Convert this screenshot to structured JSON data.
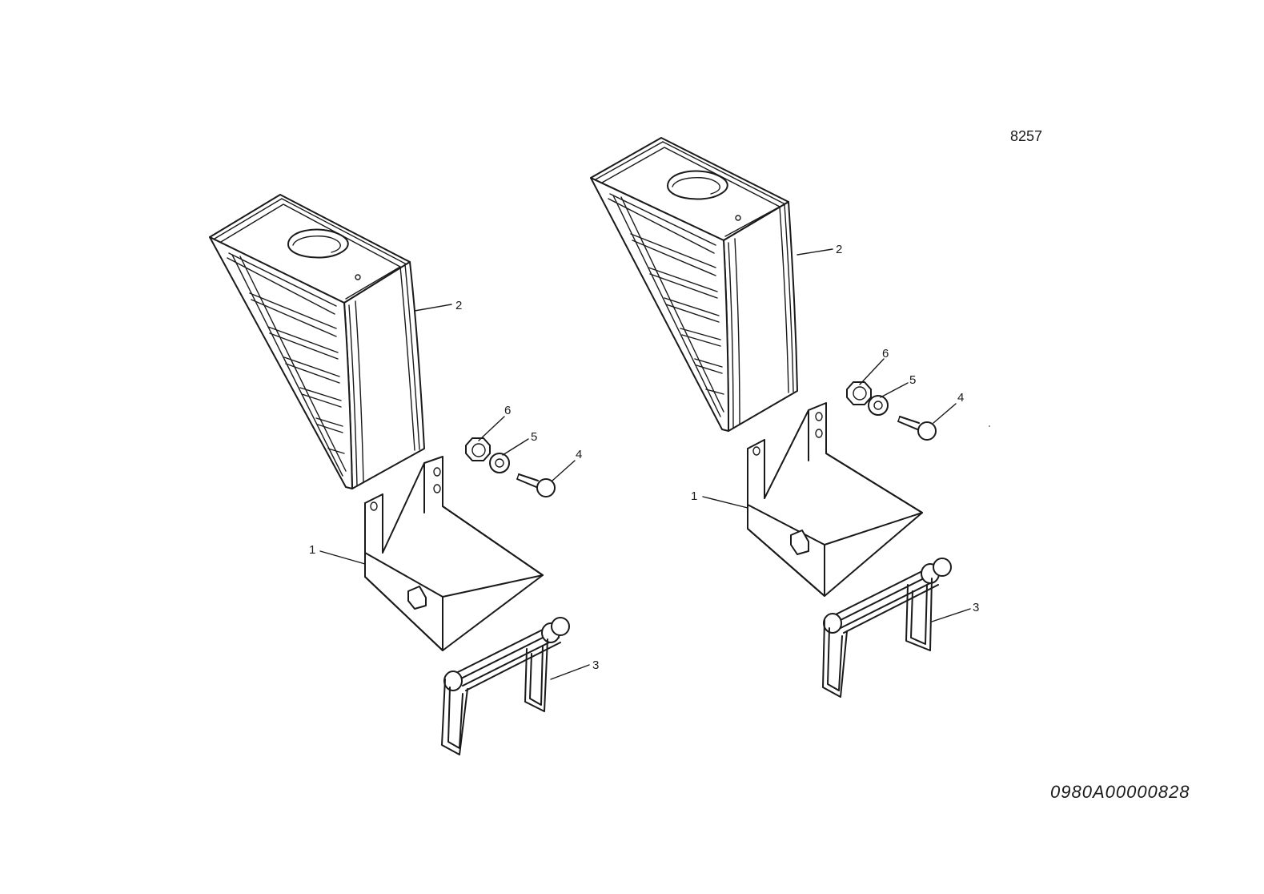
{
  "sheet_number": "8257",
  "document_number": "0980A00000828",
  "assemblies": [
    {
      "id": "left",
      "callouts": [
        {
          "number": "1",
          "part": "bracket"
        },
        {
          "number": "2",
          "part": "fender"
        },
        {
          "number": "3",
          "part": "step"
        },
        {
          "number": "4",
          "part": "bolt"
        },
        {
          "number": "5",
          "part": "washer"
        },
        {
          "number": "6",
          "part": "nut"
        }
      ]
    },
    {
      "id": "right",
      "callouts": [
        {
          "number": "1",
          "part": "bracket"
        },
        {
          "number": "2",
          "part": "fender"
        },
        {
          "number": "3",
          "part": "step"
        },
        {
          "number": "4",
          "part": "bolt"
        },
        {
          "number": "5",
          "part": "washer"
        },
        {
          "number": "6",
          "part": "nut"
        }
      ]
    }
  ]
}
